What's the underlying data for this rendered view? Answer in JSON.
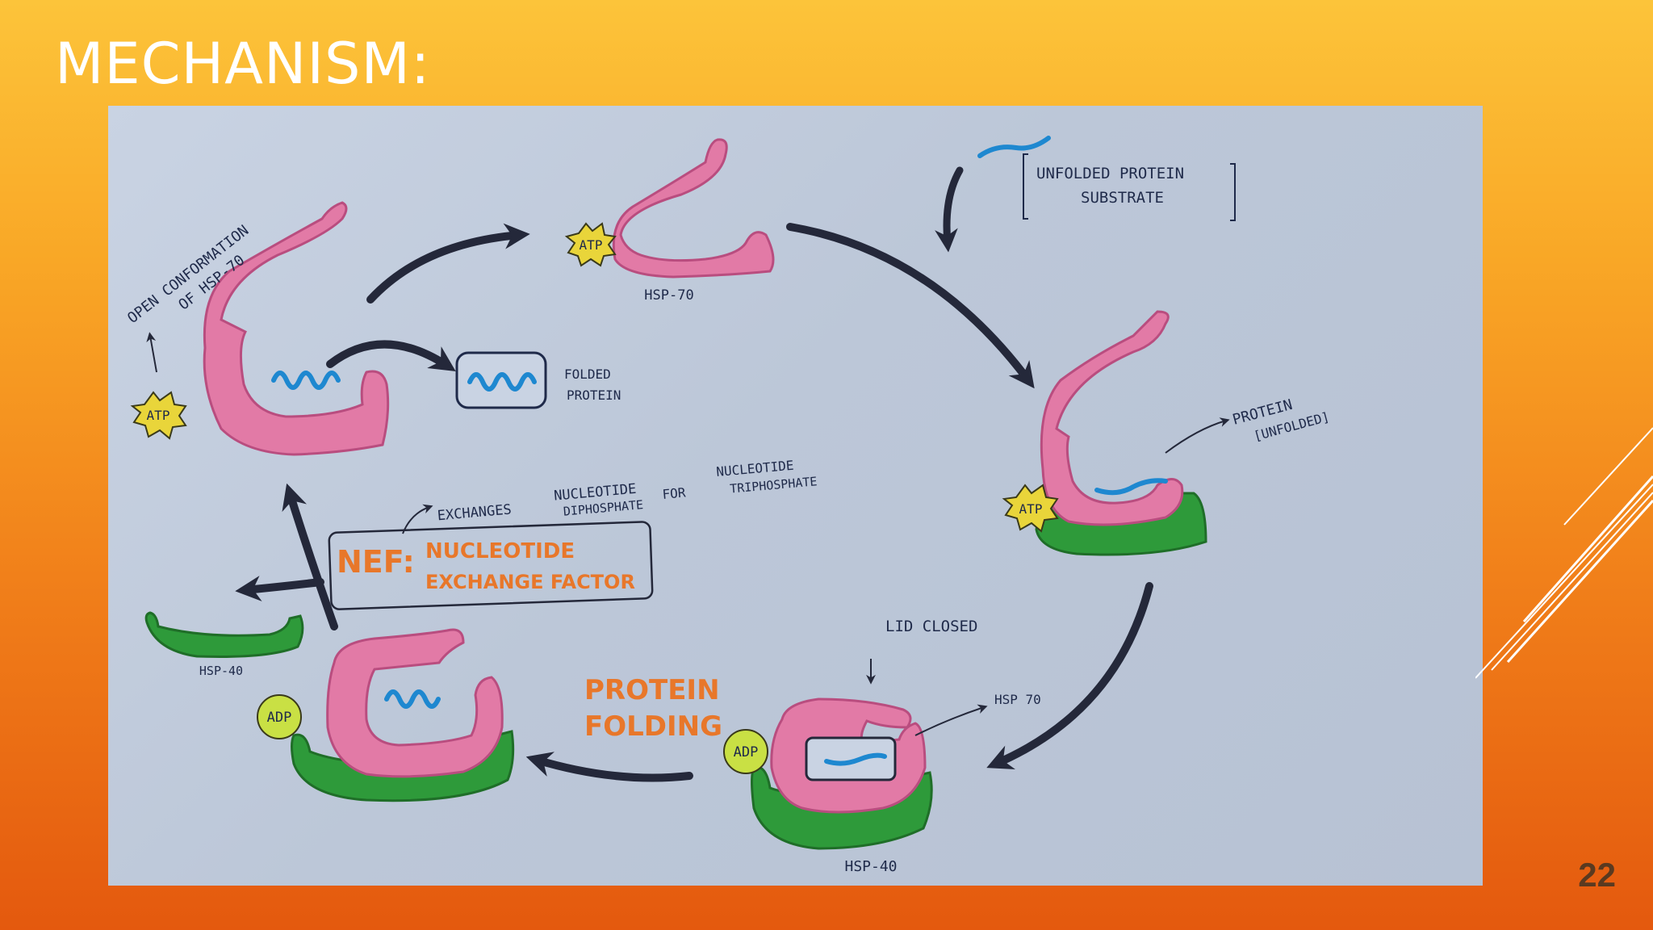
{
  "slide": {
    "title": "MECHANISM:",
    "page_number": "22"
  },
  "diagram": {
    "labels": {
      "open_conformation_line1": "OPEN CONFORMATION",
      "open_conformation_line2": "OF HSP-70",
      "hsp70_top": "HSP-70",
      "unfolded_substrate_line1": "UNFOLDED PROTEIN",
      "unfolded_substrate_line2": "SUBSTRATE",
      "folded_protein_line1": "FOLDED",
      "folded_protein_line2": "PROTEIN",
      "protein_unfolded_line1": "PROTEIN",
      "protein_unfolded_line2": "[UNFOLDED]",
      "exchanges_a": "EXCHANGES",
      "exchanges_b": "NUCLEOTIDE",
      "exchanges_c": "DIPHOSPHATE",
      "exchanges_d": "FOR",
      "exchanges_e": "NUCLEOTIDE",
      "exchanges_f": "TRIPHOSPHATE",
      "nef_abbr": "NEF:",
      "nef_line1": "NUCLEOTIDE",
      "nef_line2": "EXCHANGE FACTOR",
      "hsp40_left": "HSP-40",
      "protein_folding_line1": "PROTEIN",
      "protein_folding_line2": "FOLDING",
      "lid_closed": "LID CLOSED",
      "hsp70_bottom": "HSP 70",
      "hsp40_bottom": "HSP-40",
      "atp": "ATP",
      "adp": "ADP"
    },
    "colors": {
      "hsp70": "#e27aa6",
      "hsp40": "#2e9a3a",
      "substrate": "#1e88d0",
      "atp": "#e9d53a",
      "adp": "#c9e044",
      "arrow": "#24283a",
      "accent_text": "#e8772a"
    }
  }
}
